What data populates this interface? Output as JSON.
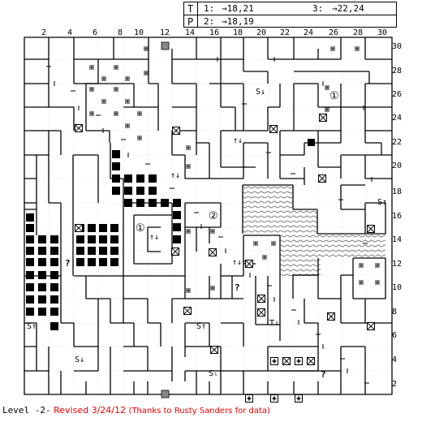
{
  "teleports": {
    "t_letter": "T",
    "p_letter": "P",
    "entries": [
      {
        "label": "1:",
        "value": "→18,21"
      },
      {
        "label": "2:",
        "value": "→18,19"
      },
      {
        "label": "3:",
        "value": "→22,24"
      }
    ]
  },
  "col_numbers": [
    "2",
    "4",
    "6",
    "8",
    "10",
    "12",
    "14",
    "16",
    "18",
    "20",
    "22",
    "24",
    "26",
    "28",
    "30"
  ],
  "row_numbers": [
    "30",
    "28",
    "26",
    "24",
    "22",
    "20",
    "18",
    "16",
    "14",
    "12",
    "10",
    "8",
    "6",
    "4",
    "2"
  ],
  "markers": {
    "teleport_1": "①",
    "teleport_2": "②",
    "question": "?",
    "stairs_up": "S↑",
    "stairs_down": "S↓",
    "stairs_l": "Sₗ",
    "trap_updown": "T↓",
    "updown": "↑↓"
  },
  "footer": {
    "level": "Level -2-",
    "revised": "Revised 3/24/12",
    "thanks": "(Thanks to Rusty Sanders for data)"
  },
  "colors": {
    "walls": "#000000",
    "accent": "#e00000",
    "grid": "#bbbbbb",
    "water": "#555555"
  }
}
